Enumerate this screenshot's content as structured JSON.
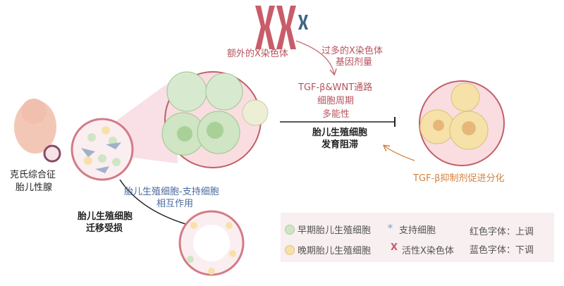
{
  "chromosome_label": "额外的X染色体",
  "dosage_label": [
    "过多的X染色体",
    "基因剂量"
  ],
  "pathway_label": [
    "TGF-β&WNT通路",
    "细胞周期",
    "多能性"
  ],
  "arrest_label": [
    "胎儿生殖细胞",
    "发育阻滞"
  ],
  "inhibitor_label": "TGF-β抑制剂促进分化",
  "patient_label": [
    "克氏综合征",
    "胎儿性腺"
  ],
  "interaction_label": [
    "胎儿生殖细胞-支持细胞",
    "相互作用"
  ],
  "migration_label": [
    "胎儿生殖细胞",
    "迁移受损"
  ],
  "legend": {
    "early": "早期胎儿生殖细胞",
    "late": "晚期胎儿生殖细胞",
    "sertoli": "支持细胞",
    "active_x": "活性X染色体",
    "red_key": "红色字体：上调",
    "blue_key": "蓝色字体：下调"
  },
  "colors": {
    "up": "#b5545c",
    "down": "#4a6a9c",
    "early": "#cfe5c3",
    "late": "#f6e2a8",
    "inhibitor": "#d3813a"
  }
}
